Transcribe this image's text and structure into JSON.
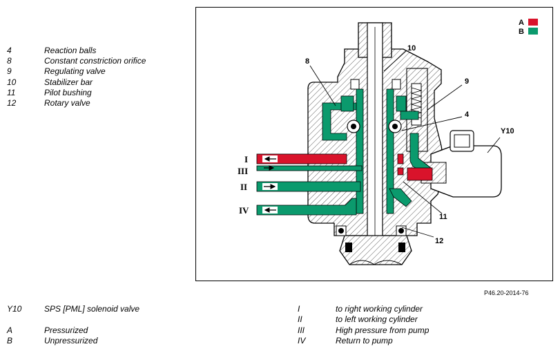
{
  "top_legend": [
    {
      "code": "4",
      "desc": "Reaction balls"
    },
    {
      "code": "8",
      "desc": "Constant constriction orifice"
    },
    {
      "code": "9",
      "desc": "Regulating valve"
    },
    {
      "code": "10",
      "desc": "Stabilizer bar"
    },
    {
      "code": "11",
      "desc": "Pilot bushing"
    },
    {
      "code": "12",
      "desc": "Rotary valve"
    }
  ],
  "bottom_left_legend": [
    {
      "code": "Y10",
      "desc": "SPS [PML] solenoid valve"
    },
    {
      "code": "A",
      "desc": "Pressurized"
    },
    {
      "code": "B",
      "desc": "Unpressurized"
    }
  ],
  "bottom_right_legend": [
    {
      "code": "I",
      "desc": "to right working cylinder"
    },
    {
      "code": "II",
      "desc": "to left working cylinder"
    },
    {
      "code": "III",
      "desc": "High pressure from pump"
    },
    {
      "code": "IV",
      "desc": "Return to pump"
    }
  ],
  "figure_ref": "P46.20-2014-76",
  "diagram": {
    "callouts": [
      "10",
      "8",
      "9",
      "4",
      "Y10",
      "11",
      "12"
    ],
    "ports": [
      "I",
      "III",
      "II",
      "IV"
    ],
    "key": [
      {
        "letter": "A",
        "color": "#d9132b"
      },
      {
        "letter": "B",
        "color": "#0b9a6d"
      }
    ]
  },
  "colors": {
    "pressurized": "#d9132b",
    "unpressurized": "#0b9a6d"
  }
}
